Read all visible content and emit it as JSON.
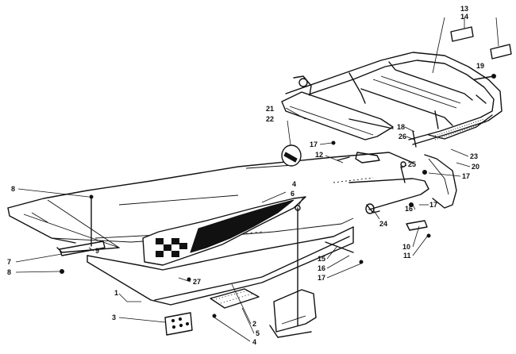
{
  "callouts": [
    {
      "id": "c13",
      "text": "13"
    },
    {
      "id": "c14",
      "text": "14"
    },
    {
      "id": "c19",
      "text": "19"
    },
    {
      "id": "c21",
      "text": "21"
    },
    {
      "id": "c22",
      "text": "22"
    },
    {
      "id": "c18",
      "text": "18"
    },
    {
      "id": "c26",
      "text": "26"
    },
    {
      "id": "c17a",
      "text": "17"
    },
    {
      "id": "c12",
      "text": "12"
    },
    {
      "id": "c23",
      "text": "23"
    },
    {
      "id": "c20",
      "text": "20"
    },
    {
      "id": "c25",
      "text": "25"
    },
    {
      "id": "c17b",
      "text": "17"
    },
    {
      "id": "c4a",
      "text": "4"
    },
    {
      "id": "c6",
      "text": "6"
    },
    {
      "id": "c8a",
      "text": "8"
    },
    {
      "id": "c16a",
      "text": "16"
    },
    {
      "id": "c17c",
      "text": "17"
    },
    {
      "id": "c24",
      "text": "24"
    },
    {
      "id": "c10",
      "text": "10"
    },
    {
      "id": "c11",
      "text": "11"
    },
    {
      "id": "c9",
      "text": "9"
    },
    {
      "id": "c7",
      "text": "7"
    },
    {
      "id": "c8b",
      "text": "8"
    },
    {
      "id": "c15",
      "text": "15"
    },
    {
      "id": "c16b",
      "text": "16"
    },
    {
      "id": "c17d",
      "text": "17"
    },
    {
      "id": "c27",
      "text": "27"
    },
    {
      "id": "c1",
      "text": "1"
    },
    {
      "id": "c3",
      "text": "3"
    },
    {
      "id": "c2",
      "text": "2"
    },
    {
      "id": "c5",
      "text": "5"
    },
    {
      "id": "c4b",
      "text": "4"
    }
  ]
}
